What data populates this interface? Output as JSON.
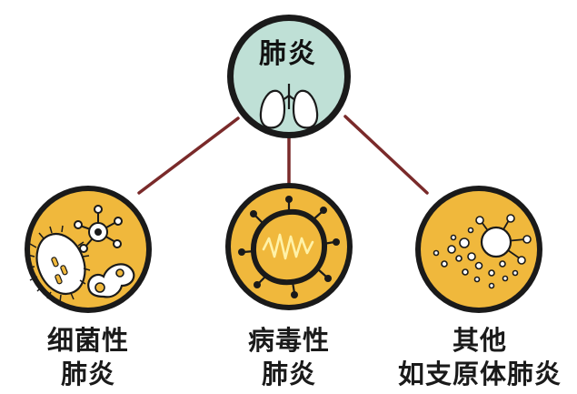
{
  "center": {
    "title": "肺炎",
    "icon": "lungs-icon"
  },
  "nodes": [
    {
      "id": "bacterial",
      "line1": "细菌性",
      "line2": "肺炎",
      "icon": "bacteria-icon"
    },
    {
      "id": "viral",
      "line1": "病毒性",
      "line2": "肺炎",
      "icon": "virus-icon"
    },
    {
      "id": "other",
      "line1": "其他",
      "line2": "如支原体肺炎",
      "icon": "mycoplasma-icon"
    }
  ],
  "colors": {
    "center_fill": "#bfe0d6",
    "node_fill": "#f0b83c",
    "outline": "#1a1a1a",
    "connector": "#7a2a2a",
    "wave": "#fff2a8"
  }
}
